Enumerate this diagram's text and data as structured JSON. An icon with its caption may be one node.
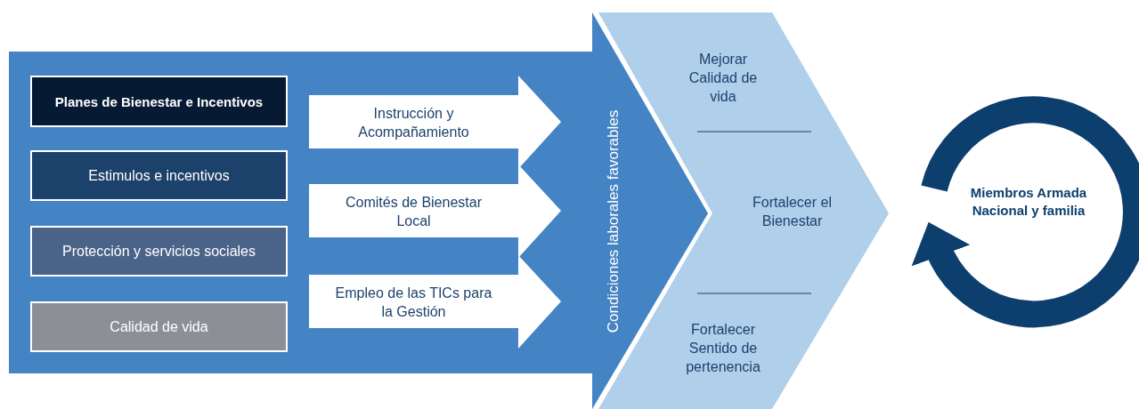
{
  "diagram": {
    "nodes": [
      {
        "text": [
          "Condiciones laborales favorables"
        ]
      },
      {
        "text": [
          "Planes de Bienestar e Incentivos"
        ],
        "in": 0
      },
      {
        "text": [
          "Estimulos e incentivos"
        ],
        "in": 0
      },
      {
        "text": [
          "Protección y servicios sociales"
        ],
        "in": 0
      },
      {
        "text": [
          "Calidad de vida"
        ],
        "in": 0
      },
      {
        "text": [
          "Instrucción y Acompañamiento"
        ],
        "in": 0
      },
      {
        "text": [
          "Comités de Bienestar Local"
        ],
        "in": 0
      },
      {
        "text": [
          "Empleo de las TICs para la Gestión"
        ],
        "in": 0
      },
      {
        "text": [
          "Mejorar Calidad de vida",
          "Fortalecer el Bienestar",
          "Fortalecer Sentido de pertenencia"
        ]
      },
      {
        "text": [
          "Miembros Armada Nacional y familia"
        ]
      }
    ]
  }
}
